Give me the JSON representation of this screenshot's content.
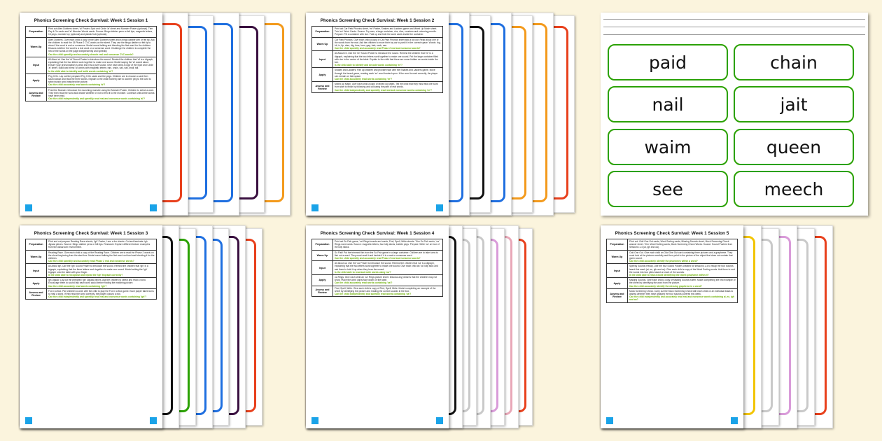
{
  "sessions": [
    {
      "title": "Phonics Screening Check Survival: Week 1 Session 1",
      "stack": [
        "#e8401c",
        "#1f6fe0",
        "#1f6fe0",
        "#3a1040",
        "#f39a1c"
      ],
      "rows": [
        {
          "label": "Preparation",
          "text": "Print out Alien Dobbers sheet, 'ai' Poster, Spot and Circle 'ai' sheet and Monster Poster (optional). Trim Pay It On cards and 'ai' Monster Words cards. Source: Bingo dabber pens or felt tips, magnetic letters, 15 pegs, monster toy (optional) and plastic fruit (optional).",
          "q": ""
        },
        {
          "label": "Warm Up",
          "text": "Alien Dobbers. Give each child a copy of the Alien Dobbers sheet and a bingo dabber pen or felt tip. Ask the children to read the 15 Phase 2 CVC words on the sheet. They use the bingo dabber or felt tip to show if the word is real or nonsense. Model sound talking and blending the first word for the children. Discuss whether the word is a real word or a nonsense word. Challenge the children to complete the rest of the words on the page independently and speedily.",
          "q": "Can the child speedily and accurately decode real and nonsense CVC words?"
        },
        {
          "label": "Input",
          "text": "All About ai. Use the 'ai' Sound Poster to introduce the sound. Remind the children that 'ai' is a digraph, explaining that the two letters work together to make one sound. Model saying the 'ai' sound aloud. Ensure your pronunciation is clear and it is a pure sound. Give each child a copy of the Spot and Circle 'ai' sheet. Build and blend 'ai' words with magnetic letters: rain, chain, sail, nail, snail, tail.",
          "q": "Is the child able to identify and build words containing 'ai'?"
        },
        {
          "label": "Apply",
          "text": "Peg It On. Lay out the prepared Peg It On cards and the pegs. Children are to choose a card then sound about and read the three words. Explain to the child that they are to add the peg to the card to select which word matches the picture.",
          "q": "Can the child accurately read words containing 'ai'?"
        },
        {
          "label": "Assess and Review",
          "text": "Feed the Monster. Introduce the munching monster using the Monster Poster. Children to select a word. They then read the word and decide whether or not to feed it to the monster. Continue until all the words have been read.",
          "q": "Can the child independently and speedily read real and nonsense words containing 'ai'?"
        }
      ]
    },
    {
      "title": "Phonics Screening Check Survival: Week 1 Session 2",
      "stack": [
        "#1f6fe0",
        "#111",
        "#1f6fe0",
        "#f39a1c",
        "#f39a1c",
        "#e8401c"
      ],
      "rows": [
        {
          "label": "Preparation",
          "text": "Print out Car Park Phonics sheet, 'ee' Poster, Snakes and Ladders game and Mixed Up Mash sheet. Trim 'ee' Word Cards. Source: Toy cars, a large container, rice, dice, counters and colouring pencils. Prepare: Fill a container with rice. Fold up and hide the word cards inside the container.",
          "q": ""
        },
        {
          "label": "Warm Up",
          "text": "Car Park Phonics. Give each child a copy of Car Park Phonics sheet and a toy car. Read aloud one of the words from the mat. Ask the children to move their toy car to park it in the correct space. Words: fog, hit, ix, fip, dom, dig, fuss, hem, gap, bab, neck, can.",
          "q": "Can the child speedily and accurately read Phase 2 real and nonsense words?"
        },
        {
          "label": "Input",
          "text": "All About ee. Use the 'ee' Sound Poster to introduce the sound. Remind the children that 'ee' is a digraph, explaining that the two letters work together to make one sound. Put the large container filled with rice in the centre of the table. Explain to the child that there are some hidden ee words inside the tub.",
          "q": "Is the child able to identify and decode words containing 'ee'?"
        },
        {
          "label": "Apply",
          "text": "Snakes and Ladders. Pair up children and provide each with the Snakes and Ladders game. Move through the board game, reading each 'ee' word located upon. If the word is read correctly, the player can remain on that space.",
          "q": "Can the child accurately read words containing 'ee'?"
        },
        {
          "label": "Assess and Review",
          "text": "Mixed Up Mash. Give each child a copy of Mixed Up Mash. Tell the child that they must find one word from start to finish by following and colouring the path of real words.",
          "q": "Can the child independently and speedily read real and nonsense words containing 'ee'?"
        }
      ]
    },
    {
      "title": "Phonics Screening Check Survival: Week 1 Session 3",
      "stack": [
        "#111",
        "#2aa100",
        "#1f6fe0",
        "#1f6fe0",
        "#3a1040",
        "#e8401c"
      ],
      "rows": [
        {
          "label": "Preparation",
          "text": "Print and cut prepare Reading Race sheets, 'igh' Poster, I see a fox sheets. Cut and laminate: igh Jigsaw pieces. Source: Bingo dabber pens or felt tips. Research: Explore different texture examples from the classroom environment.",
          "q": ""
        },
        {
          "label": "Warm Up",
          "text": "Reading Race. Give each child a copy of the Reading Race. Children are to read the Phase 2 words on the sheet beginning from the start box. Model sound talking the first word out loud and blending it for the children.",
          "q": "Can the child speedily and accurately read Phase 2 real and nonsense words?"
        },
        {
          "label": "Input",
          "text": "All About igh. Use the 'igh' Sound Poster to introduce the sound. Remind the children that 'igh' is a trigraph, explaining that the three letters work together to make one sound. Model writing the 'igh' trigraph onto the table with your finger.",
          "q": "Is the child able to recognise and repeat the 'igh' trigraph correctly?"
        },
        {
          "label": "Apply",
          "text": "igh Jigsaw. Lay out the prepared 'igh' Jigsaw pieces. Ask the children to select and read a word. Encourage them to sound talk each word aloud before finding the matching picture.",
          "q": "Can the child accurately read words containing 'igh'?"
        },
        {
          "label": "Assess and Review",
          "text": "Fox in a Box. Pair children to work with the child to play the Fox in a Box game. Each player takes turns to read a word. If they read the word correctly, the player colours a box.",
          "q": "Can the child independently and speedily read real and nonsense words containing 'igh'?"
        }
      ]
    },
    {
      "title": "Phonics Screening Check Survival: Week 1 Session 4",
      "stack": [
        "#111",
        "#c9c9c9",
        "#c9c9c9",
        "#d99bd9",
        "#e8a8b8",
        "#e8401c"
      ],
      "rows": [
        {
          "label": "Preparation",
          "text": "Print out So Fish game, 'oa' Rings boards and cards, Find, Spell, Write sheets. Trim So Fish cards, 'oa' Rings word cards. Source: magnetic letters, four lolly sticks, bubble pegs. Prepare: Write 'oa' on four of the lolly sticks.",
          "q": ""
        },
        {
          "label": "Warm Up",
          "text": "So Fish! Put the trimmed fish from the So Fish game in a large container. Children are to take turns to fish out a word. They must read it and decide if it is a real or nonsense word.",
          "q": "Can the child speedily and accurately read Phase 2 real and nonsense words?"
        },
        {
          "label": "Input",
          "text": "All about oa. Use the 'oa' Poster to introduce the sound. Remind the children that 'oa' is a digraph, explaining that the two letters work together to make one sound. Give each child an 'oa' lolly stick and ask them to hold it up when they hear the sound.",
          "q": "Is the child able to read and write words using 'oa'?"
        },
        {
          "label": "Apply",
          "text": "oa Rings. Give each child an 'oa' Rings picture sheet. Discuss any pictures that the children may not know. Place the word cards face down on the table.",
          "q": "Can the child accurately read words containing 'oa'?"
        },
        {
          "label": "Assess and Review",
          "text": "Find, Spell, Write. Give each child a copy of Find, Spell, Write. Model completing an example of the sheet by identifying the picture and reading the correct sounds in the box.",
          "q": "Can the child independently and speedily read words containing 'oa'?"
        }
      ]
    },
    {
      "title": "Phonics Screening Check Survival: Week 1 Session 5",
      "stack": [
        "#f2c400",
        "#c9c9c9",
        "#d99bd9",
        "#c9c9c9",
        "#e8401c"
      ],
      "rows": [
        {
          "label": "Preparation",
          "text": "Print out: Odd One Out cards, Word Sorting cards, Missing Sounds sheet, Mock Screening Check answer sheet. Trim: Word Sorting cards, Mock Screening Check Words. Source: Sound Posters from Sessions 1-4 (ai, igh and oa).",
          "q": ""
        },
        {
          "label": "Warm Up",
          "text": "Odd One Out. Give each child an Odd One Out card containing three pictures and a grapheme. They must look at the pictures carefully and then point to the picture of the object that does not contain that given sound.",
          "q": "Can the child accurately identify the phonemes within a word?"
        },
        {
          "label": "Input",
          "text": "Speedy Sounds Recap. Use the four Sound Posters created for sessions 1-4 to recap the four sounds learnt this week (ai, ee, igh and oa). Give each child a copy of the Word Sorting words. Ask them to sort the words into four piles based on each of the sounds.",
          "q": "Is the child able to read a word identifying the learnt grapheme within it?"
        },
        {
          "label": "Apply",
          "text": "Missing Sounds. Give each child a copy of Missing Sounds sheet. Model completing the first example of the sheet by identifying the word from the picture.",
          "q": "Can the child accurately identify the missing grapheme in a word?"
        },
        {
          "label": "Assess and Review",
          "text": "Mock Screening Check. Carry out the Mock Screening Check with each child on an individual basis to assess whether they have grasped the four sounds covered this week.",
          "q": "Can the child independently and accurately read real and nonsense words containing ai, ee, igh and oa?"
        }
      ]
    }
  ],
  "word_cards": [
    "paid",
    "chain",
    "nail",
    "jait",
    "waim",
    "queen",
    "see",
    "meech"
  ],
  "colors": {
    "background": "#fbf4dd",
    "card_border": "#2aa100",
    "question": "#6bb000",
    "highlight": "#1aa3e8"
  }
}
